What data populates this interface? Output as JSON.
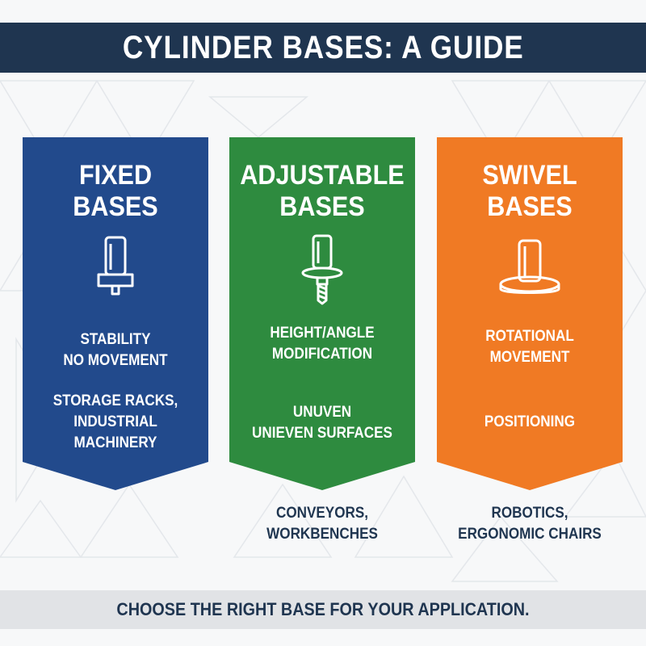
{
  "header": {
    "title": "CYLINDER BASES: A GUIDE"
  },
  "cards": [
    {
      "title_lines": [
        "FIXED",
        "BASES"
      ],
      "icon": "fixed-cylinder-base-icon",
      "feature_lines": [
        "STABILITY",
        "NO MOVEMENT"
      ],
      "application_lines": [
        "STORAGE RACKS,",
        "INDUSTRIAL MACHINERY"
      ],
      "color": "#224a8c"
    },
    {
      "title_lines": [
        "ADJUSTABLE",
        "BASES"
      ],
      "icon": "adjustable-threaded-base-icon",
      "feature_lines": [
        "HEIGHT/ANGLE",
        "MODIFICATION"
      ],
      "extra_lines": [
        "UNUVEN",
        "UNIEVEN SURFACES"
      ],
      "application_lines": [
        "CONVEYORS,",
        "WORKBENCHES"
      ],
      "color": "#2e8b3f"
    },
    {
      "title_lines": [
        "SWIVEL",
        "BASES"
      ],
      "icon": "swivel-disc-base-icon",
      "feature_lines": [
        "ROTATIONAL",
        "MOVEMENT"
      ],
      "extra_lines": [
        "POSITIONING"
      ],
      "application_lines": [
        "ROBOTICS,",
        "ERGONOMIC CHAIRS"
      ],
      "color": "#f07a24"
    }
  ],
  "footer": {
    "text": "CHOOSE THE RIGHT BASE FOR YOUR APPLICATION."
  }
}
